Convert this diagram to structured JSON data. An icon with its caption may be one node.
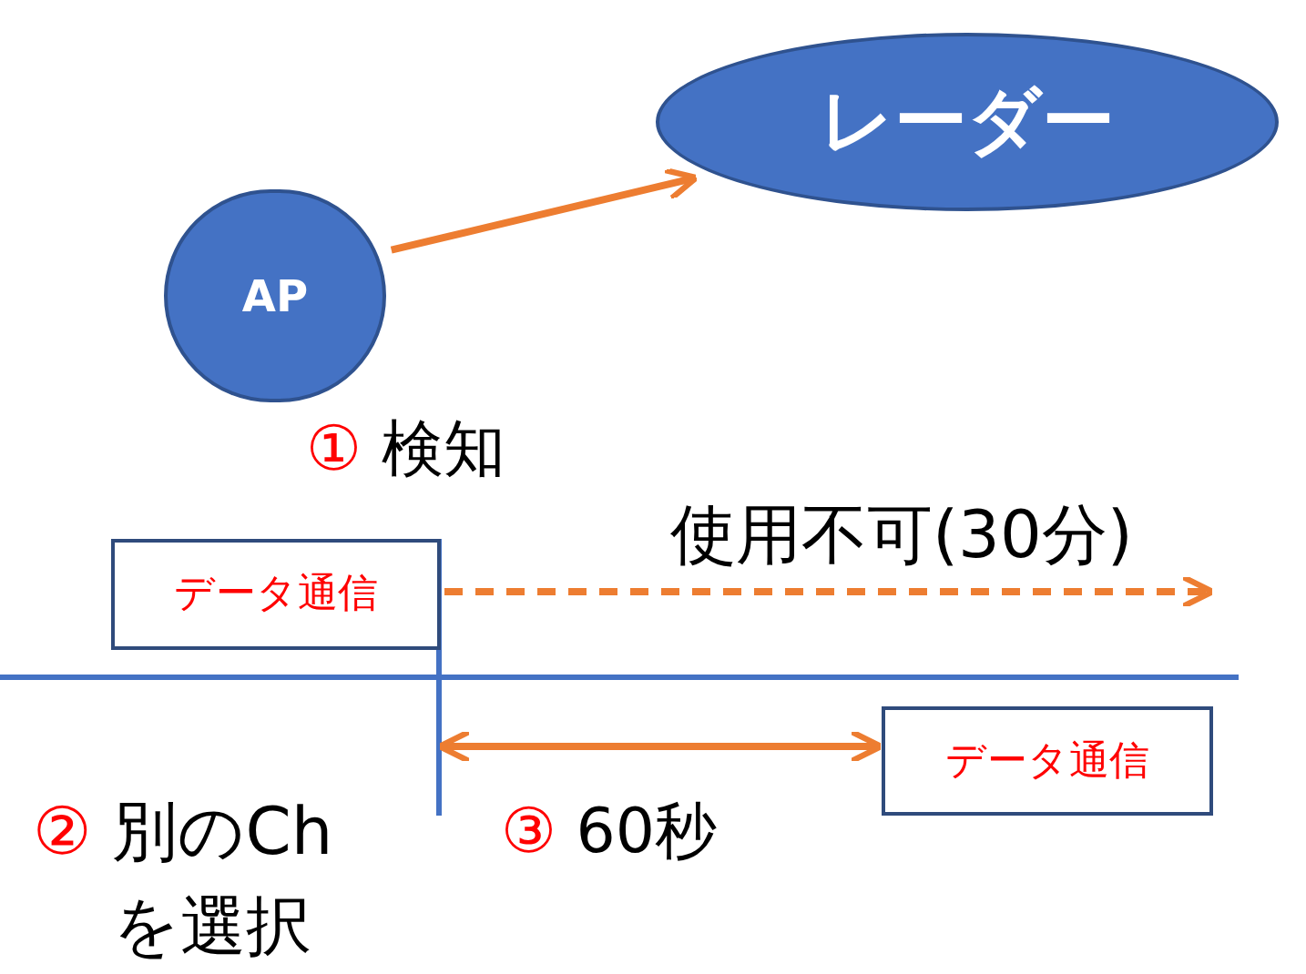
{
  "diagram": {
    "nodes": [
      {
        "text": [
          "AP"
        ]
      },
      {
        "text": [
          "レーダー"
        ]
      },
      {
        "text": [
          "データ通信"
        ]
      },
      {
        "text": [
          "データ通信"
        ]
      }
    ],
    "edges": [
      {
        "from": 0,
        "to": 1,
        "arrow": "to"
      },
      {
        "from": 2,
        "to": null,
        "arrow": "to",
        "style": "dashed"
      },
      {
        "from": null,
        "to": 3,
        "arrow": "both"
      }
    ],
    "labels": [
      "① 検知",
      "使用不可(30分)",
      "② 別のChを選択",
      "③ 60秒"
    ]
  }
}
